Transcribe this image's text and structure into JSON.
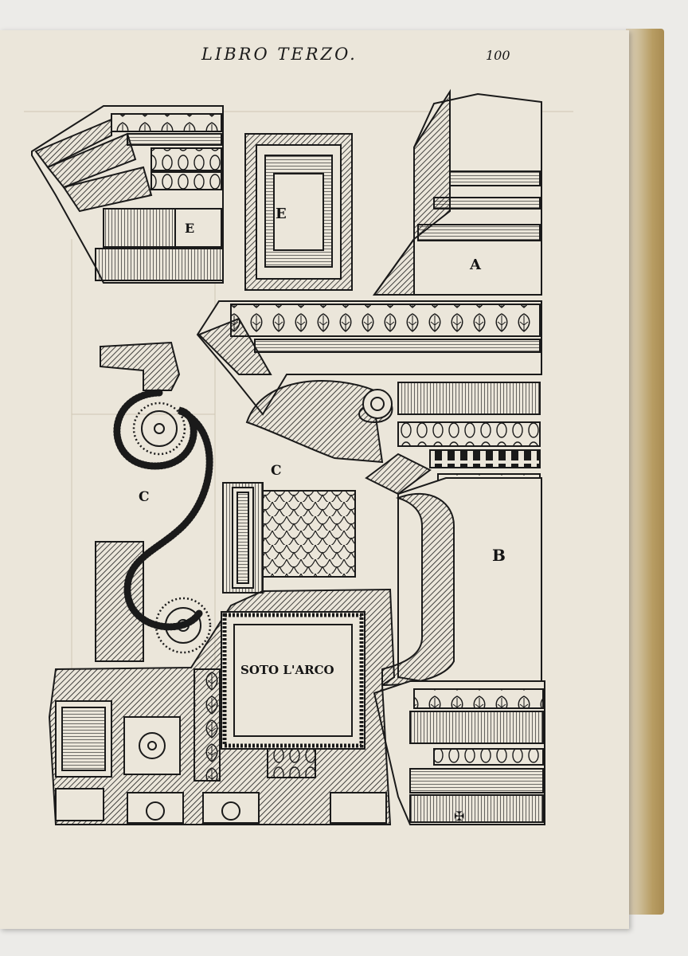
{
  "header": {
    "running_title": "LIBRO TERZO.",
    "folio": "100"
  },
  "labels": {
    "e_left": "E",
    "e_panel": "E",
    "a": "A",
    "b": "B",
    "c_left": "C",
    "c_center": "C",
    "soffit": "SOTO L'ARCO"
  },
  "colors": {
    "paper": "#ebe6da",
    "ink": "#1a1a1a",
    "background": "#ecebe8"
  }
}
